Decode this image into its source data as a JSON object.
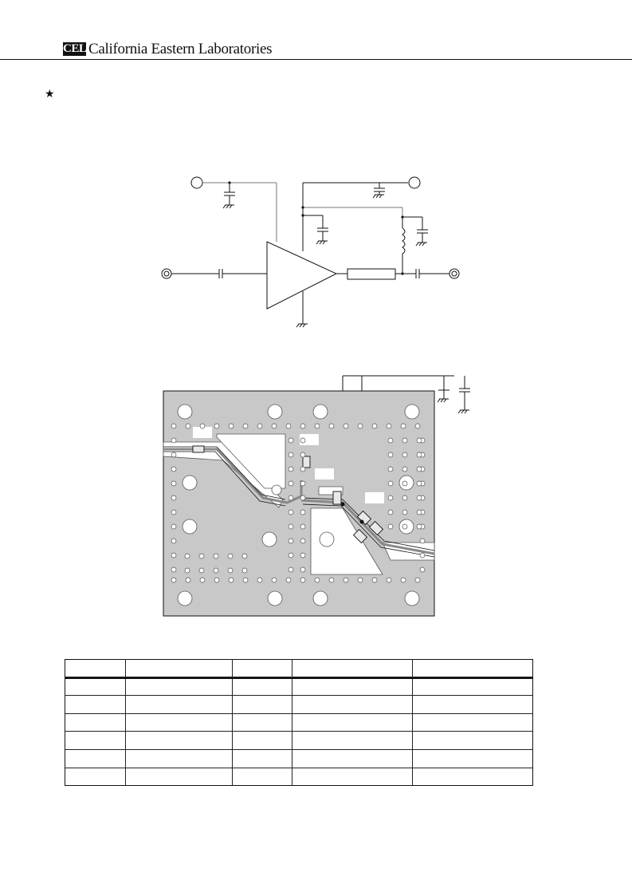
{
  "header": {
    "logo_text": "CEL",
    "company_name": "California Eastern Laboratories"
  },
  "marks": {
    "revision_star": "★"
  },
  "table": {
    "columns": 5,
    "rows": 7,
    "cells": []
  }
}
